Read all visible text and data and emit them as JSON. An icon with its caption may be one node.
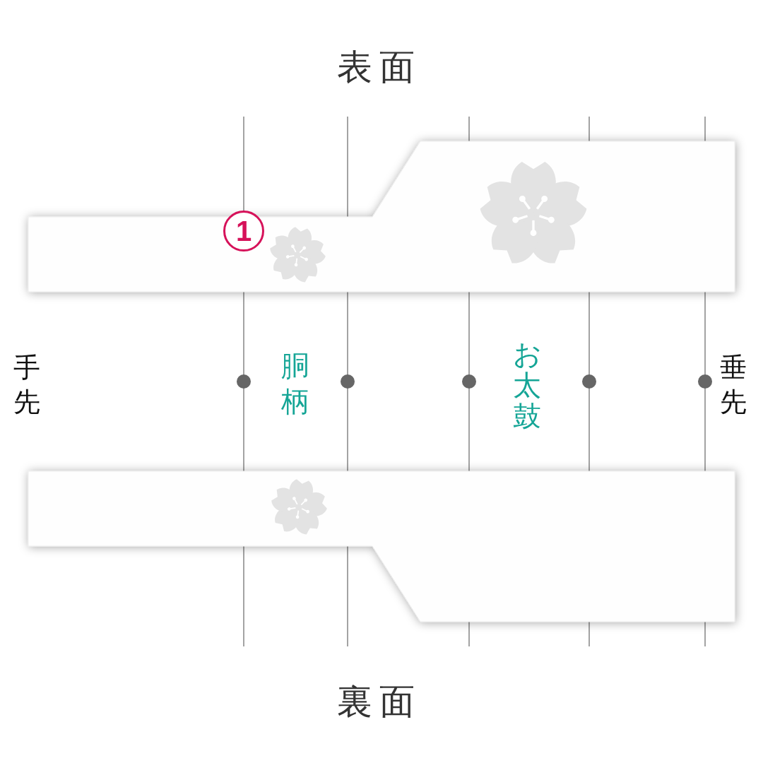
{
  "diagram": {
    "labels": [
      "表面",
      "1",
      "手先",
      "胴柄",
      "お太鼓",
      "垂先",
      "裏面"
    ]
  }
}
